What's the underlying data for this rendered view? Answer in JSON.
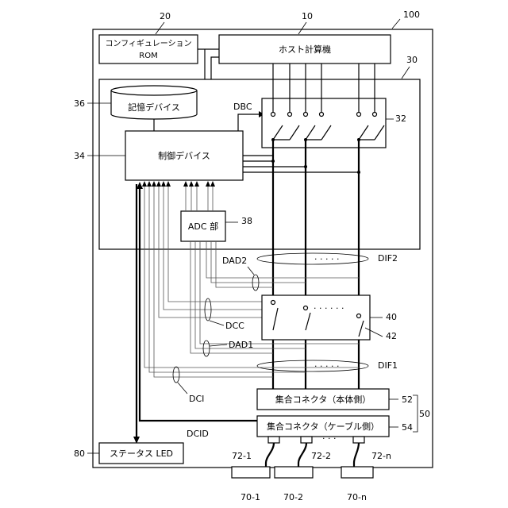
{
  "labels": {
    "ref_100": "100",
    "ref_10": "10",
    "ref_20": "20",
    "ref_30": "30",
    "ref_32": "32",
    "ref_34": "34",
    "ref_36": "36",
    "ref_38": "38",
    "ref_40": "40",
    "ref_42": "42",
    "ref_50": "50",
    "ref_52": "52",
    "ref_54": "54",
    "ref_80": "80",
    "config_rom_line1": "コンフィギュレーション",
    "config_rom_line2": "ROM",
    "host": "ホスト計算機",
    "storage": "記憶デバイス",
    "control": "制御デバイス",
    "adc": "ADC 部",
    "dbc": "DBC",
    "dad2": "DAD2",
    "dad1": "DAD1",
    "dcc": "DCC",
    "dci": "DCI",
    "dcid": "DCID",
    "dif2": "DIF2",
    "dif1": "DIF1",
    "connector_main": "集合コネクタ（本体側）",
    "connector_cable": "集合コネクタ（ケーブル側）",
    "status_led": "ステータス LED",
    "cable_1": "72-1",
    "cable_2": "72-2",
    "cable_n": "72-n",
    "dev_1": "70-1",
    "dev_2": "70-2",
    "dev_n": "70-n",
    "dots_top": "· · · · ·",
    "dots_mid": "· · · · · ·",
    "dots_low": "· · · · ·",
    "dots_conn": "· · ·"
  }
}
